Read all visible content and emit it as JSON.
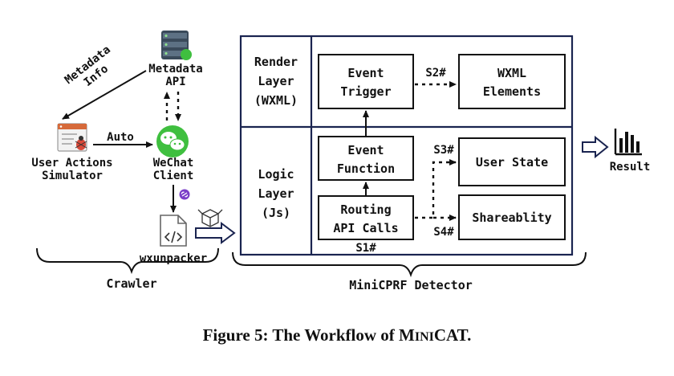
{
  "crawler": {
    "metadata_api": [
      "Metadata",
      "API"
    ],
    "metadata_info": [
      "Metadata",
      "Info"
    ],
    "auto": "Auto",
    "simulator": [
      "User Actions",
      "Simulator"
    ],
    "wechat": [
      "WeChat",
      "Client"
    ],
    "unpacker": "wxunpacker",
    "label": "Crawler"
  },
  "detector": {
    "render_layer": [
      "Render",
      "Layer",
      "(WXML)"
    ],
    "logic_layer": [
      "Logic",
      "Layer",
      "(Js)"
    ],
    "event_trigger": [
      "Event",
      "Trigger"
    ],
    "wxml_elements": [
      "WXML",
      "Elements"
    ],
    "event_function": [
      "Event",
      "Function"
    ],
    "routing": [
      "Routing",
      "API Calls"
    ],
    "user_state": "User State",
    "shareability": "Shareablity",
    "s1": "S1#",
    "s2": "S2#",
    "s3": "S3#",
    "s4": "S4#",
    "label": "MiniCPRF Detector"
  },
  "result": "Result",
  "caption": {
    "prefix": "Figure 5: The Workflow of ",
    "name_initial_1": "M",
    "name_small": "INI",
    "name_rest": "CAT",
    "suffix": "."
  },
  "icons": [
    "database-icon",
    "wechat-icon",
    "browser-bug-icon",
    "code-file-icon",
    "miniprogram-link-icon",
    "package-icon",
    "bar-chart-icon"
  ],
  "colors": {
    "frame": "#1a2450",
    "wechat_green": "#3fbf3f",
    "db_dark": "#3a4a5a",
    "link_purple": "#7a3fc8"
  }
}
